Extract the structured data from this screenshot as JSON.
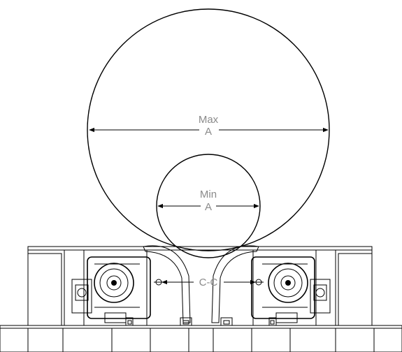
{
  "labels": {
    "max_top": "Max",
    "max_bottom": "A",
    "min_top": "Min",
    "min_bottom": "A",
    "center": "C-C"
  }
}
